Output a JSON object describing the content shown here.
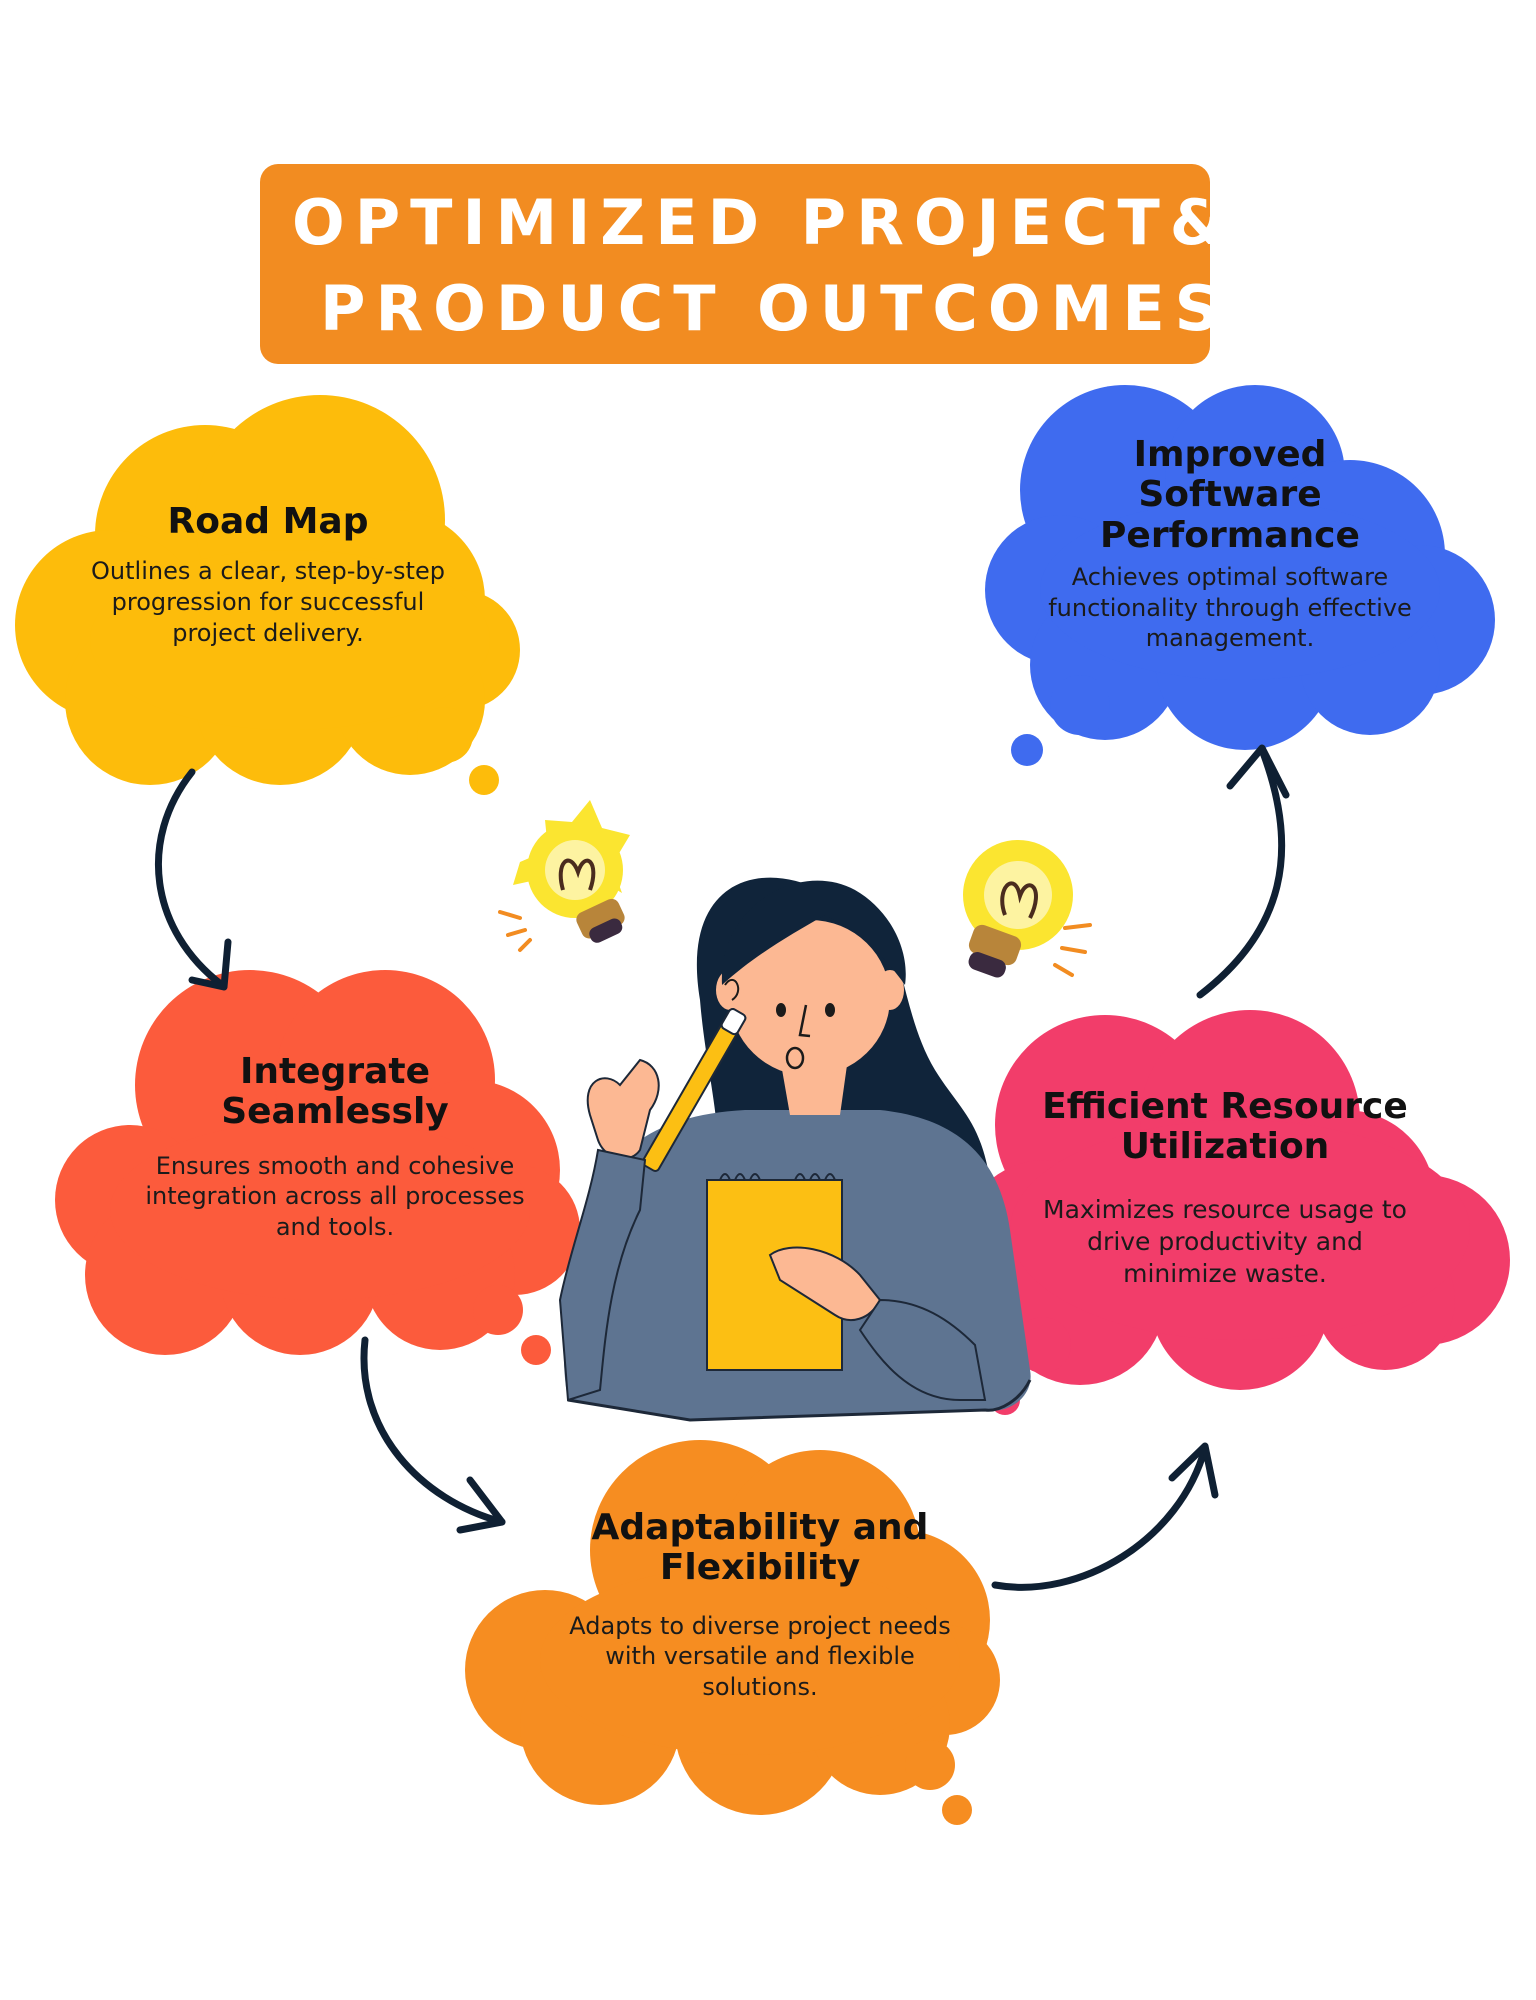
{
  "title": {
    "line1": "OPTIMIZED PROJECT&",
    "line2": "PRODUCT OUTCOMES"
  },
  "colors": {
    "title_bg": "#f28c21",
    "road_map": "#fdbc0b",
    "improved_software": "#3f6bef",
    "integrate": "#fc5b3c",
    "efficient": "#f23d6a",
    "adaptability": "#f68d21",
    "arrow": "#0f2033",
    "hair": "#10243a",
    "sweater": "#5e7491",
    "notepad": "#fcbf13",
    "skin": "#fcb893",
    "bulb": "#fbe530"
  },
  "road_map": {
    "heading": "Road Map",
    "body": "Outlines a clear, step-by-step progression for successful project delivery."
  },
  "improved_software": {
    "heading": "Improved Software Performance",
    "body": "Achieves optimal software functionality through effective management."
  },
  "integrate": {
    "heading": "Integrate Seamlessly",
    "body": "Ensures smooth and cohesive integration across all processes and tools."
  },
  "efficient": {
    "heading": "Efficient Resource Utilization",
    "body": "Maximizes resource usage to drive productivity and minimize waste."
  },
  "adaptability": {
    "heading": "Adaptability and Flexibility",
    "body": "Adapts to diverse project needs with versatile and flexible solutions."
  },
  "icons": {
    "bulb_left": "lightbulb-icon",
    "bulb_right": "lightbulb-icon",
    "woman": "woman-thinking-illustration",
    "notepad": "notepad-icon",
    "pencil": "pencil-icon"
  }
}
